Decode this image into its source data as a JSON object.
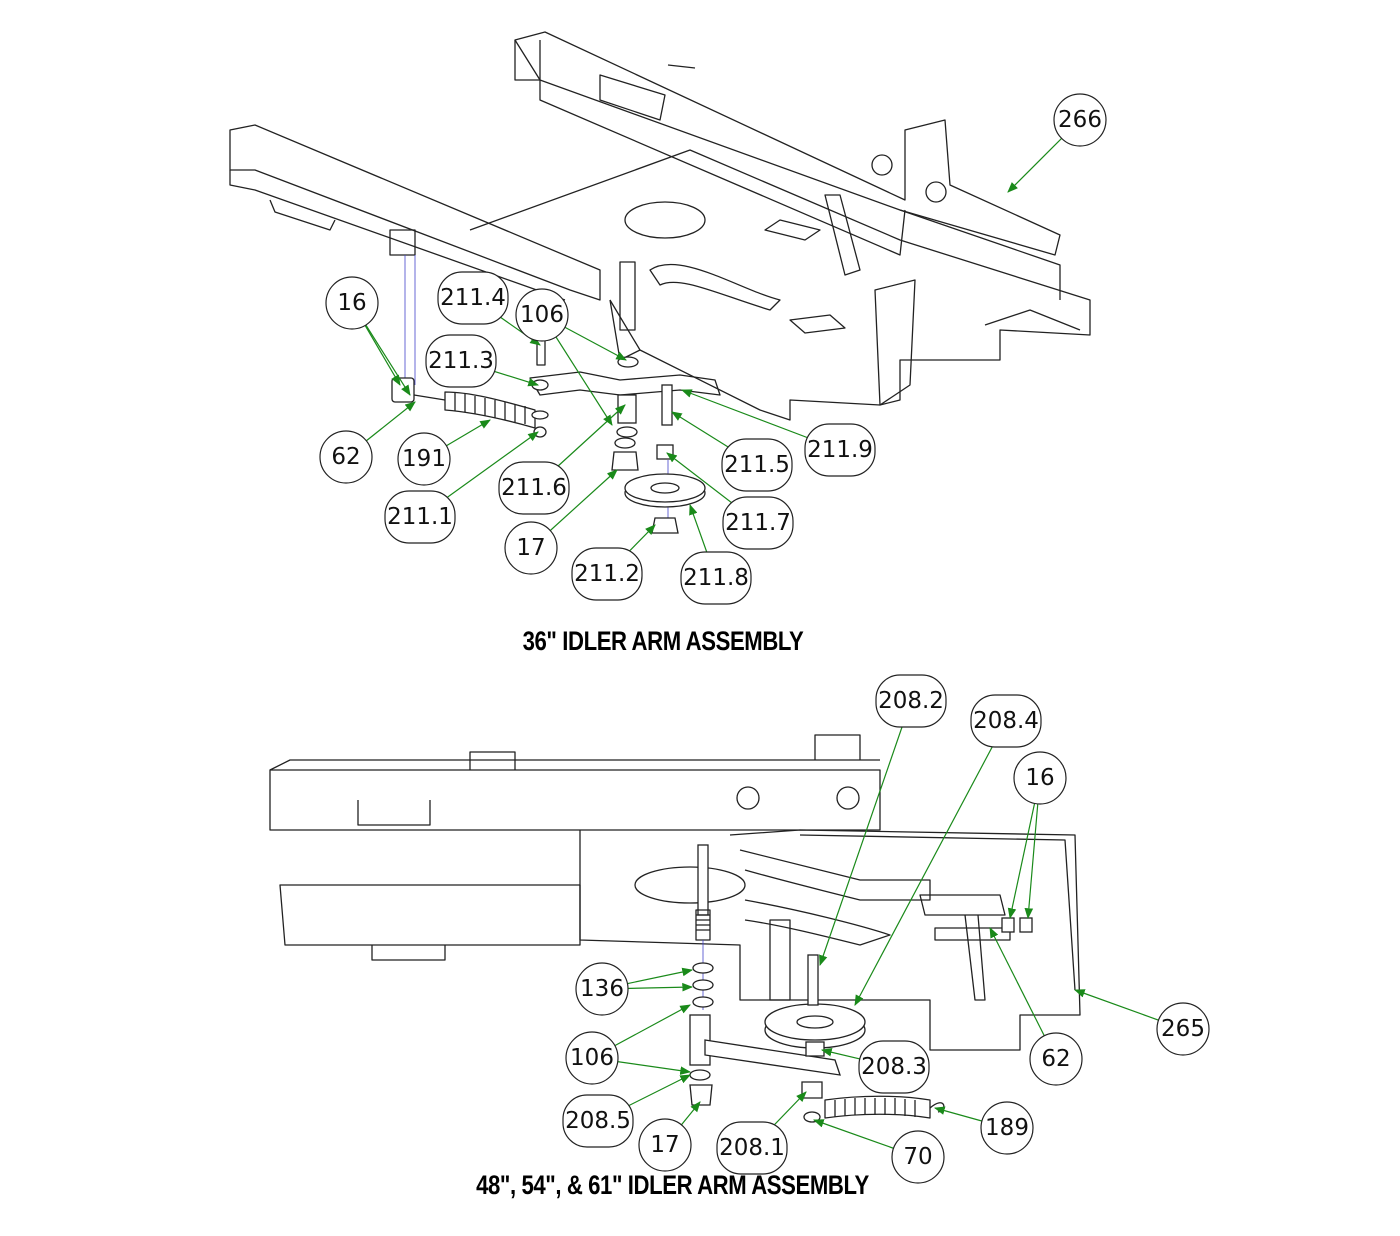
{
  "top_assembly": {
    "title": "36\" IDLER ARM ASSEMBLY",
    "callouts": [
      "266",
      "16",
      "211.4",
      "106",
      "211.3",
      "62",
      "191",
      "211.6",
      "211.1",
      "17",
      "211.2",
      "211.8",
      "211.7",
      "211.5",
      "211.9"
    ]
  },
  "bottom_assembly": {
    "title": "48\", 54\", & 61\" IDLER ARM ASSEMBLY",
    "callouts": [
      "208.2",
      "208.4",
      "16",
      "136",
      "265",
      "106",
      "62",
      "208.3",
      "208.5",
      "17",
      "189",
      "208.1",
      "70"
    ]
  },
  "colors": {
    "leader": "#1a8a1a",
    "line": "#222222"
  }
}
